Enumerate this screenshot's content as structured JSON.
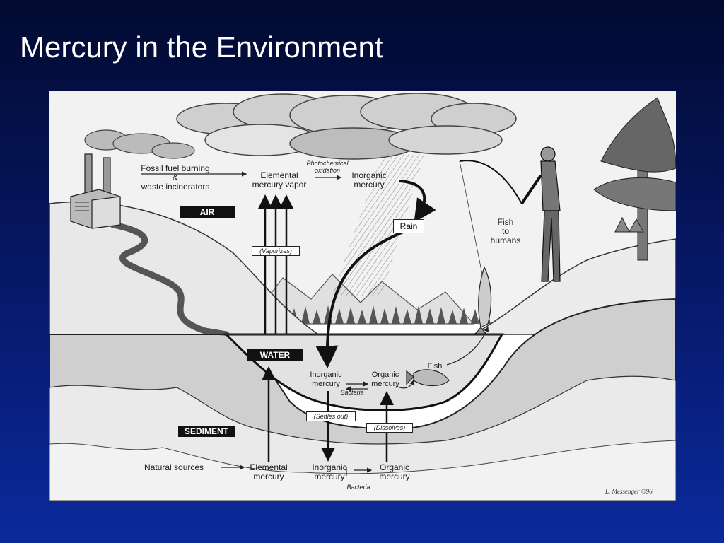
{
  "slide": {
    "title": "Mercury in the Environment"
  },
  "diagram": {
    "zones": {
      "air": "AIR",
      "water": "WATER",
      "sediment": "SEDIMENT"
    },
    "labels": {
      "fossil_fuel": "Fossil fuel burning\n&\nwaste incinerators",
      "elemental_vapor": "Elemental\nmercury vapor",
      "photochemical": "Photochemical\noxidation",
      "inorganic_air": "Inorganic\nmercury",
      "rain": "Rain",
      "fish_to_humans": "Fish\nto\nhumans",
      "vaporizes": "(Vaporizes)",
      "inorganic_water": "Inorganic\nmercury",
      "organic_water": "Organic\nmercury",
      "bacteria_water": "Bacteria",
      "fish": "Fish",
      "settles_out": "(Settles out)",
      "dissolves": "(Dissolves)",
      "natural_sources": "Natural sources",
      "elemental_sediment": "Elemental\nmercury",
      "inorganic_sediment": "Inorganic\nmercury",
      "organic_sediment": "Organic\nmercury",
      "bacteria_sediment": "Bacteria"
    },
    "credit": "L. Messenger ©96",
    "colors": {
      "slide_bg_top": "#020a30",
      "slide_bg_bottom": "#0a2a9c"
    }
  }
}
